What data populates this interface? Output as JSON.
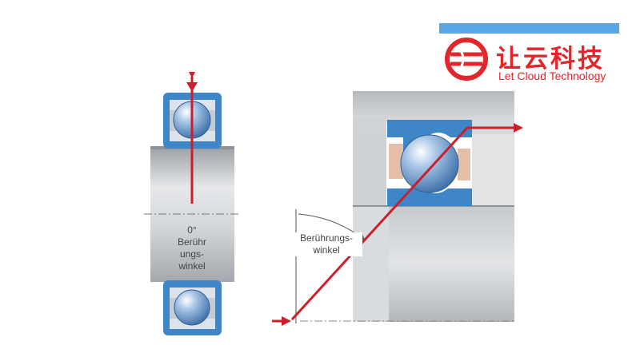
{
  "logo": {
    "name_zh": "让云科技",
    "name_en": "Let Cloud Technology",
    "brand_color": "#e3262b",
    "bar_color": "#59a7e6",
    "mark_icon": "swirl-logo-icon"
  },
  "left_bearing": {
    "angle_label": "0°",
    "label_line1": "Berühr ungs-",
    "label_line2": "winkel"
  },
  "right_bearing": {
    "label_line1": "Berührungs-",
    "label_line2": "winkel"
  },
  "colors": {
    "ring_blue": "#3f86c9",
    "ring_inner": "#dce3ea",
    "ball": "#5f8fc4",
    "shaft": "#c9cccf",
    "housing": "#c4c7ca",
    "cage_salmon": "#e6bfa9",
    "load_line": "#cc1f2b"
  }
}
